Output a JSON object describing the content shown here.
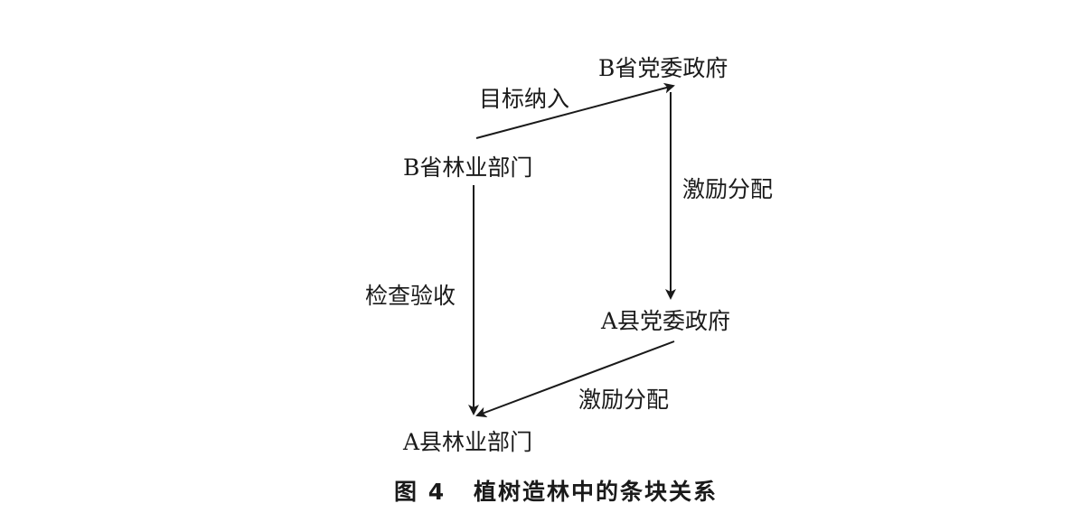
{
  "nodes": {
    "b_party_gov": "B省党委政府",
    "b_forestry": "B省林业部门",
    "a_party_gov": "A县党委政府",
    "a_forestry": "A县林业部门"
  },
  "edges": {
    "target_inclusion": "目标纳入",
    "incentive_alloc_1": "激励分配",
    "inspection": "检查验收",
    "incentive_alloc_2": "激励分配"
  },
  "caption": {
    "number": "图 4",
    "title": "植树造林中的条块关系"
  },
  "colors": {
    "ink": "#1a1a1a",
    "background": "#ffffff"
  }
}
